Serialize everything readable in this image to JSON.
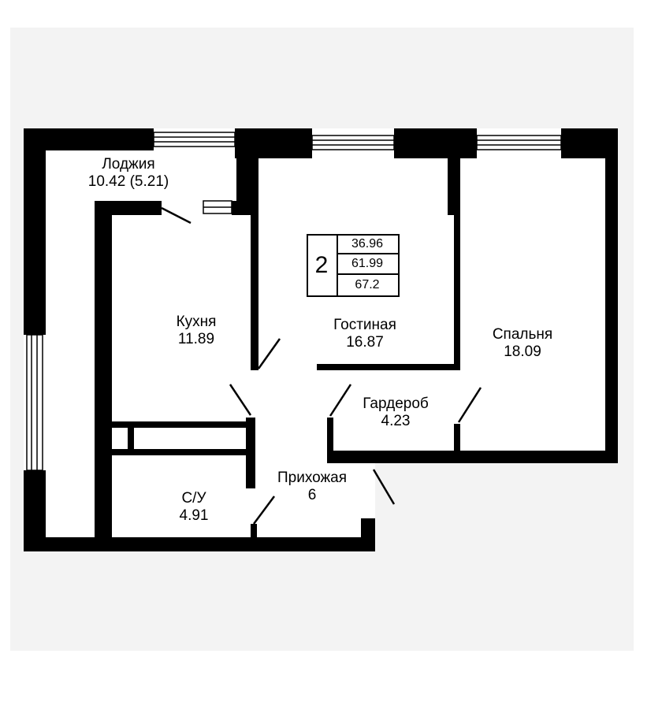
{
  "rooms": {
    "loggia": {
      "name": "Лоджия",
      "area": "10.42 (5.21)"
    },
    "kitchen": {
      "name": "Кухня",
      "area": "11.89"
    },
    "living": {
      "name": "Гостиная",
      "area": "16.87"
    },
    "bedroom": {
      "name": "Спальня",
      "area": "18.09"
    },
    "wardrobe": {
      "name": "Гардероб",
      "area": "4.23"
    },
    "hallway": {
      "name": "Прихожая",
      "area": "6"
    },
    "bathroom": {
      "name": "С/У",
      "area": "4.91"
    }
  },
  "badge": {
    "rooms_count": "2",
    "living_area": "36.96",
    "total_area": "61.99",
    "total_with_loggia": "67.2"
  },
  "colors": {
    "wall": "#000000",
    "floor": "#ffffff",
    "background": "#f3f3f3"
  }
}
